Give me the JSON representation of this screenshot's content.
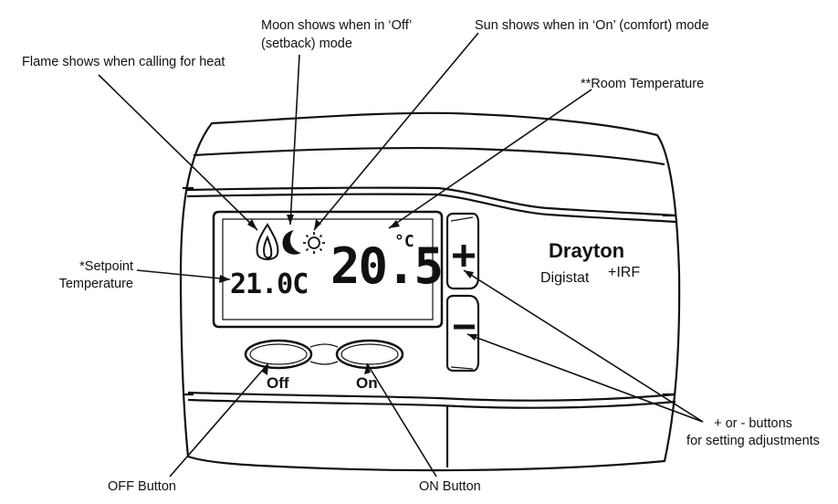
{
  "callouts": {
    "flame": "Flame shows when calling for heat",
    "moon_line1": "Moon shows when in ‘Off’",
    "moon_line2": "(setback) mode",
    "sun": "Sun shows when in ‘On’ (comfort) mode",
    "room_temp": "**Room Temperature",
    "setpoint_line1": "*Setpoint",
    "setpoint_line2": "Temperature",
    "plus_minus_line1": "+ or - buttons",
    "plus_minus_line2": "for setting adjustments",
    "off_button": "OFF Button",
    "on_button": "ON Button"
  },
  "device": {
    "brand": "Drayton",
    "model_name": "Digistat",
    "model_suffix": "+IRF",
    "off_label": "Off",
    "on_label": "On",
    "plus_symbol": "+",
    "minus_symbol": "–"
  },
  "display": {
    "room_temperature": "20.5",
    "room_unit": "°C",
    "setpoint_temperature": "21.0C",
    "icons": [
      "flame-icon",
      "moon-icon",
      "sun-icon"
    ]
  },
  "colors": {
    "line": "#111111",
    "lcd_background": "#ffffff"
  }
}
